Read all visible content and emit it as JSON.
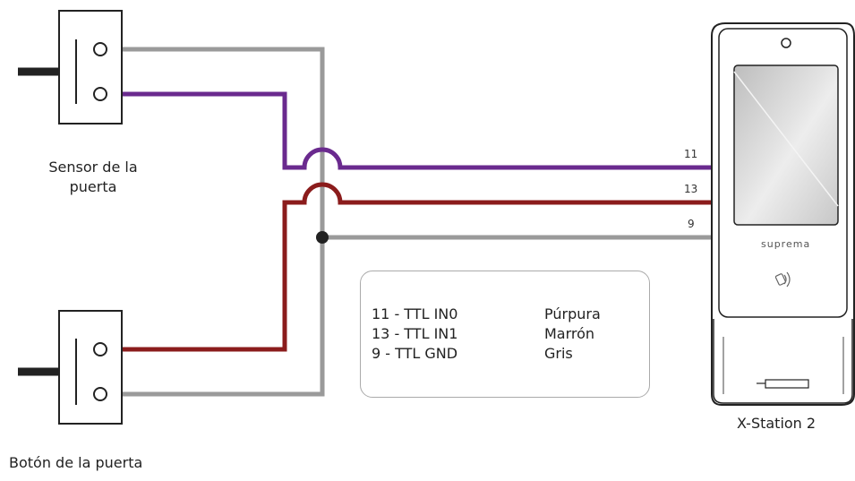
{
  "labels": {
    "door_sensor": [
      "Sensor de la",
      "puerta"
    ],
    "exit_button": "Botón de la puerta",
    "device": "X-Station 2",
    "brand": "suprema"
  },
  "pins": [
    "11",
    "13",
    "9"
  ],
  "legend": [
    {
      "pin": "11 - TTL IN0",
      "color_name": "Púrpura"
    },
    {
      "pin": "13 - TTL IN1",
      "color_name": "Marrón"
    },
    {
      "pin": "9 - TTL GND",
      "color_name": "Gris"
    }
  ],
  "colors": {
    "purple": "#6a2a8e",
    "brown": "#8b1c1c",
    "gray": "#9a9a9a",
    "outline": "#222222"
  }
}
